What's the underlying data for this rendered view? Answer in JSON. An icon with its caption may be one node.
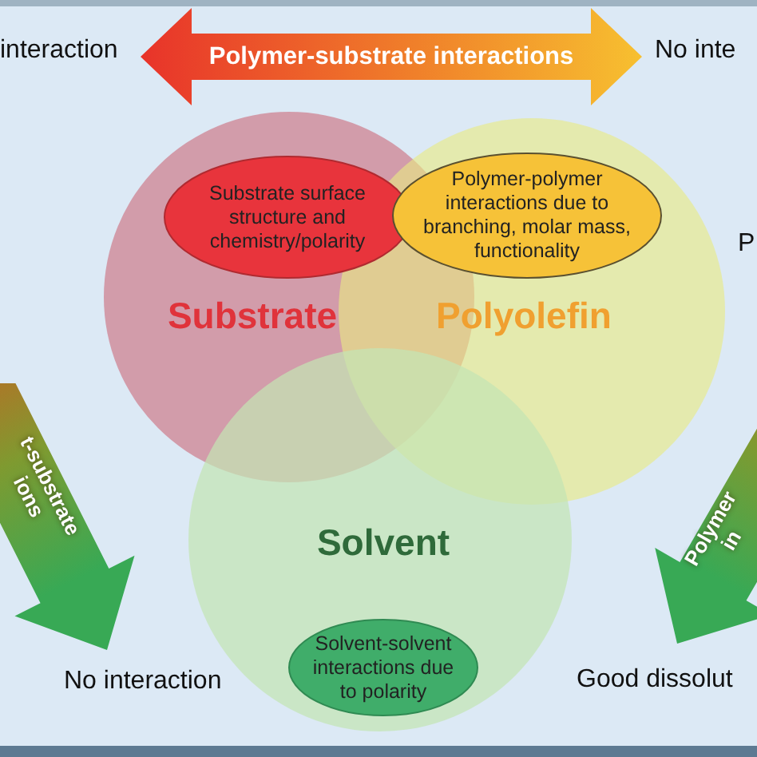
{
  "diagram": {
    "nodes": [
      {
        "text": [
          "Polymer-substrate interactions"
        ],
        "beside": [
          "interaction",
          "No inte"
        ]
      },
      {
        "text": [
          "Substrate"
        ]
      },
      {
        "text": [
          "Substrate surface structure and chemistry/polarity"
        ],
        "in": 1
      },
      {
        "text": [
          "Polyolefin"
        ]
      },
      {
        "text": [
          "Polymer-polymer interactions due to branching, molar mass, functionality"
        ],
        "in": 3
      },
      {
        "text": [
          "t-substrate",
          "ions"
        ],
        "beside": [
          "No interaction"
        ]
      },
      {
        "text": [
          "Solvent"
        ]
      },
      {
        "text": [
          "Solvent-solvent interactions due to polarity"
        ],
        "in": 6
      },
      {
        "text": [
          "Polymer",
          "in"
        ],
        "beside": [
          "P",
          "Good dissolut"
        ]
      }
    ]
  }
}
